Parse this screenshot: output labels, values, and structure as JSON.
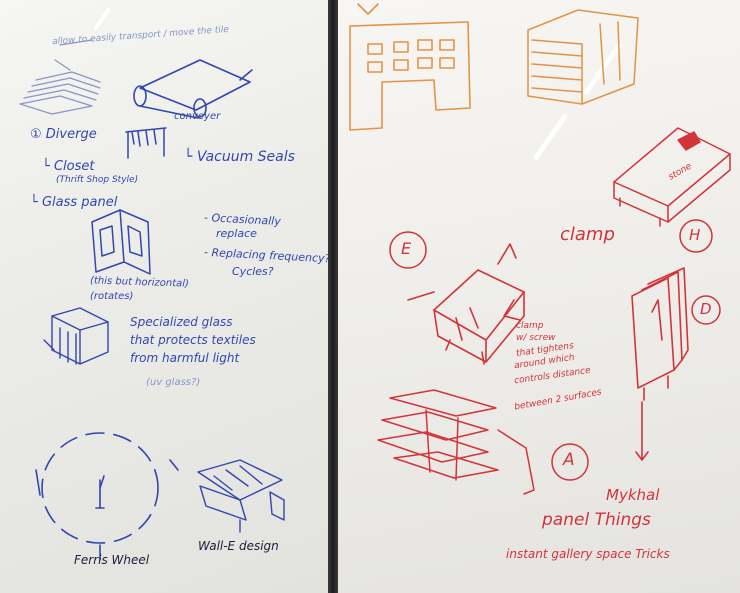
{
  "left_board": {
    "note_top": "allow to easily transport / move the tile",
    "conveyor": "conveyer",
    "diverge": "① Diverge",
    "closet": "└ Closet",
    "closet_sub": "(Thrift Shop Style)",
    "vacuum": "└ Vacuum Seals",
    "glass_panel": "└ Glass panel",
    "occasionally": "- Occasionally",
    "replace": "replace",
    "replacing": "- Replacing frequency?",
    "cycles": "Cycles?",
    "horizontal": "(this but horizontal)",
    "rotates": "(rotates)",
    "specialized_1": "Specialized glass",
    "specialized_2": "that protects textiles",
    "specialized_3": "from harmful light",
    "specialized_4": "(uv glass?)",
    "ferris": "Ferris Wheel",
    "walle": "Wall-E design"
  },
  "right_board": {
    "clamp": "clamp",
    "letter_e": "E",
    "letter_h": "H",
    "letter_d": "D",
    "letter_a": "A",
    "clamp_note_1": "clamp",
    "clamp_note_2": "w/ screw",
    "clamp_note_3": "that tightens",
    "clamp_note_4": "around which",
    "clamp_note_5": "controls distance",
    "clamp_note_6": "between 2 surfaces",
    "stone": "stone",
    "panel_things": "panel Things",
    "mykhal": "Mykhal",
    "instant": "instant gallery space Tricks"
  },
  "colors": {
    "blue_marker": "#3346b0",
    "red_marker": "#d3343a",
    "orange_marker": "#e49245"
  }
}
